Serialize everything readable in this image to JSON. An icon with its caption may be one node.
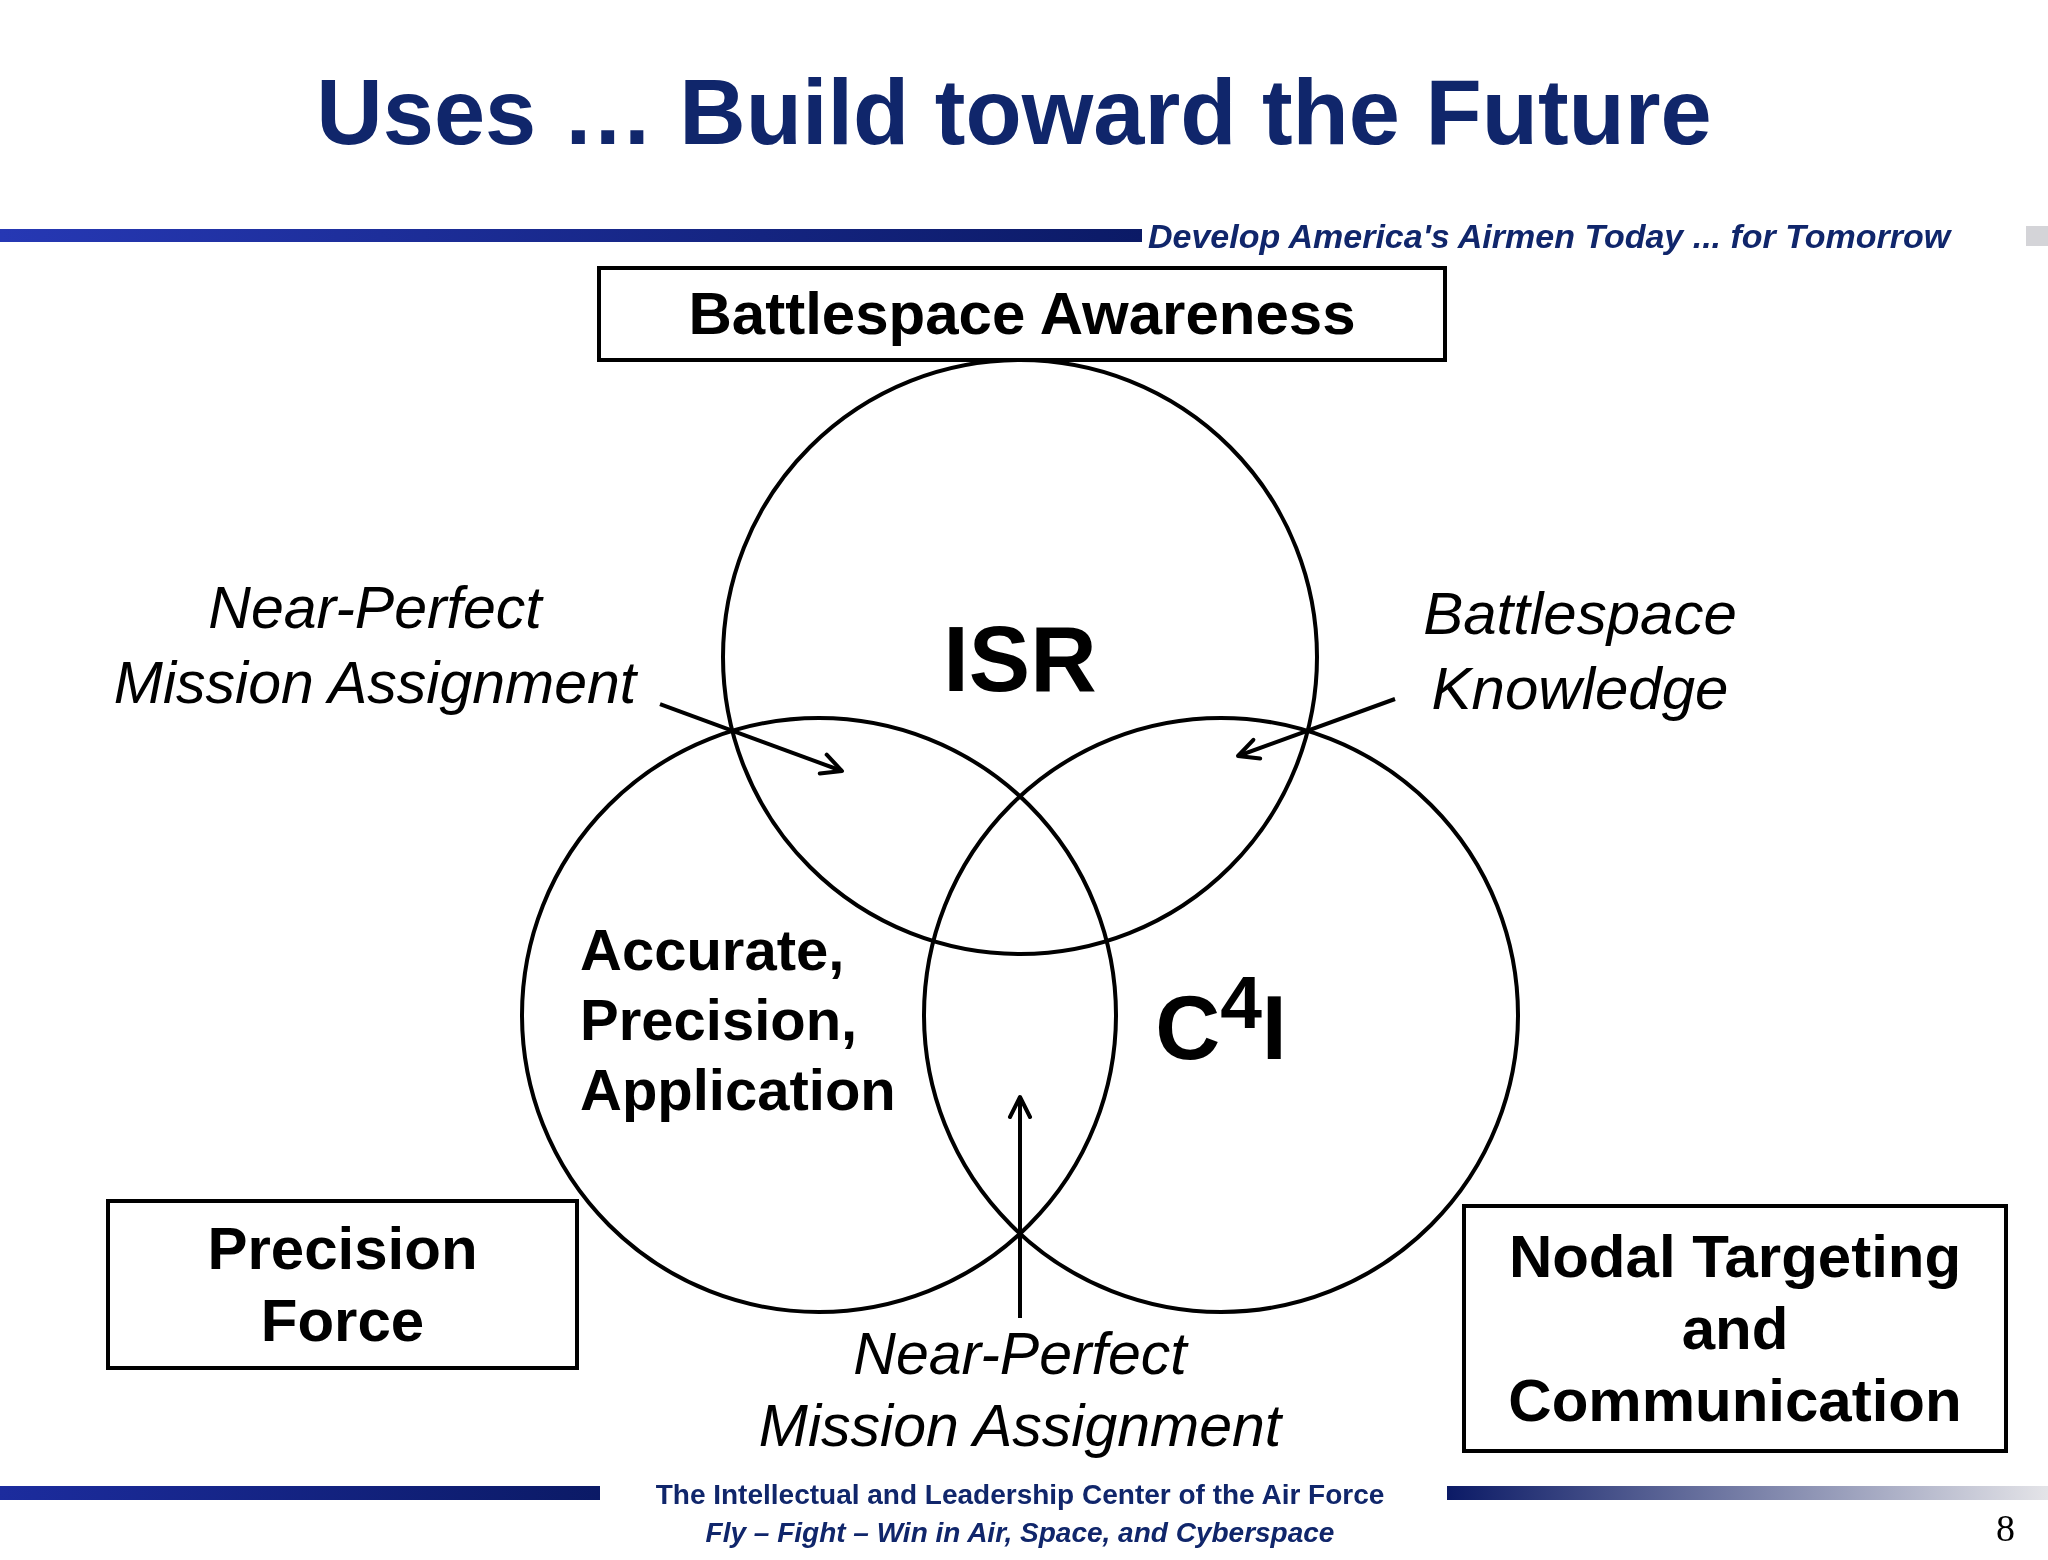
{
  "diagram": {
    "title": "Uses … Build toward the Future",
    "nodes": [
      {
        "text": [
          "Battlespace Awareness"
        ]
      },
      {
        "text": [
          "Near-Perfect Mission Assignment"
        ]
      },
      {
        "text": [
          "ISR"
        ]
      },
      {
        "text": [
          "Battlespace Knowledge"
        ]
      },
      {
        "text": [
          "Accurate, Precision, Application"
        ]
      },
      {
        "text": [
          "C$^{4}$I"
        ]
      },
      {
        "text": [
          "Precision Force"
        ]
      },
      {
        "text": [
          "Nodal Targeting and Communication"
        ]
      },
      {
        "text": [
          "Near-Perfect Mission Assignment"
        ]
      }
    ],
    "edges": [
      {
        "from": 1,
        "to": 2,
        "arrow": "to"
      },
      {
        "from": 1,
        "to": 4,
        "arrow": "to"
      },
      {
        "from": 3,
        "to": 2,
        "arrow": "to"
      },
      {
        "from": 3,
        "to": 5,
        "arrow": "to"
      },
      {
        "from": 8,
        "to": 4,
        "arrow": "to"
      },
      {
        "from": 8,
        "to": 5,
        "arrow": "to"
      }
    ],
    "labels": [
      "Develop America's Airmen Today ... for Tomorrow",
      "The Intellectual and Leadership Center of the Air Force",
      "Fly – Fight – Win in Air, Space, and Cyberspace",
      "8"
    ]
  }
}
